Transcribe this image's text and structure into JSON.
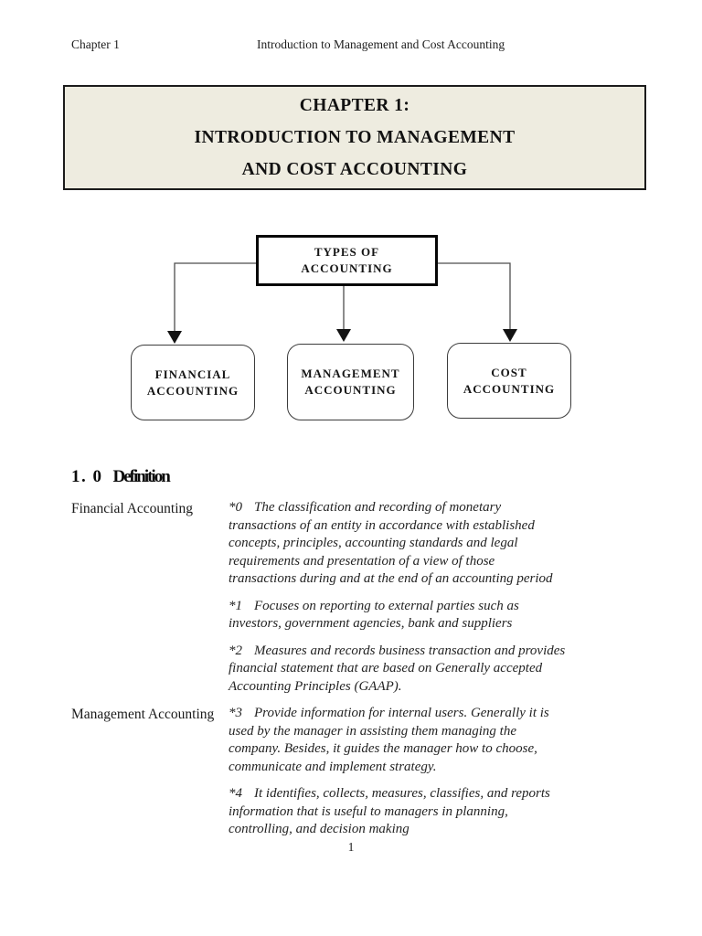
{
  "header": {
    "left": "Chapter 1",
    "center": "Introduction to Management and Cost Accounting"
  },
  "title_box": {
    "lines": [
      "CHAPTER 1:",
      "INTRODUCTION TO MANAGEMENT",
      "AND COST ACCOUNTING"
    ],
    "bg_color": "#eeece0",
    "border_color": "#1b1b1b"
  },
  "diagram": {
    "root": {
      "lines": [
        "TYPES OF",
        "ACCOUNTING"
      ]
    },
    "children": [
      {
        "lines": [
          "FINANCIAL",
          "ACCOUNTING"
        ]
      },
      {
        "lines": [
          "MANAGEMENT",
          "ACCOUNTING"
        ]
      },
      {
        "lines": [
          "COST",
          "ACCOUNTING"
        ]
      }
    ],
    "line_color": "#4d4d4d",
    "arrow_color": "#121212"
  },
  "section": {
    "number": "1. 0",
    "title": "Definition"
  },
  "definitions": [
    {
      "term": "Financial Accounting",
      "items": [
        {
          "marker": "*0",
          "lines": [
            "The classification and recording of monetary",
            "transactions of an entity in accordance with established",
            "concepts, principles, accounting standards and legal",
            "requirements and presentation of a view of those",
            "transactions during and at the end of an accounting period"
          ]
        },
        {
          "marker": "*1",
          "lines": [
            "Focuses on reporting to external parties such as",
            "investors, government agencies, bank and suppliers"
          ]
        },
        {
          "marker": "*2",
          "lines": [
            "Measures and records business transaction and provides",
            "financial statement that are based on Generally accepted",
            "Accounting Principles (GAAP)."
          ]
        }
      ]
    },
    {
      "term": "Management Accounting",
      "items": [
        {
          "marker": "*3",
          "lines": [
            "Provide information for internal users. Generally it is",
            "used by the manager in assisting them managing the",
            "company. Besides, it guides the manager how to choose,",
            "communicate and implement strategy."
          ]
        },
        {
          "marker": "*4",
          "lines": [
            "It identifies, collects, measures, classifies, and reports",
            "information that is useful to managers in planning,",
            "controlling, and decision making"
          ]
        }
      ]
    }
  ],
  "page": {
    "number": "1"
  }
}
